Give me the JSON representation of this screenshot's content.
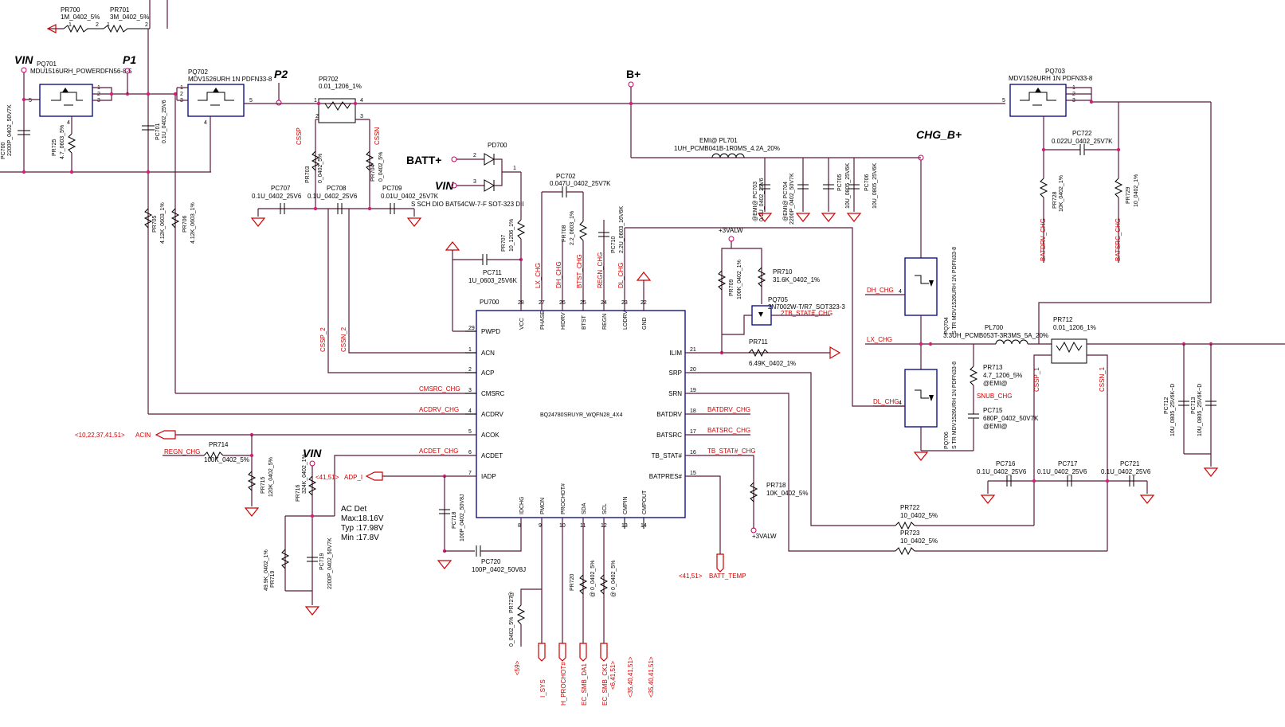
{
  "nets": {
    "vin_left": "VIN",
    "p1": "P1",
    "p2": "P2",
    "bplus": "B+",
    "chg_bplus": "CHG_B+",
    "batt_plus": "BATT+",
    "vin_diode": "VIN",
    "vin_iadp": "VIN"
  },
  "top_resistors": {
    "pr700_ref": "PR700",
    "pr700_val": "1M_0402_5%",
    "pr701_ref": "PR701",
    "pr701_val": "3M_0402_5%"
  },
  "mosfets": {
    "pq701_ref": "PQ701",
    "pq701_val": "MDU1516URH_POWERDFN56-8-5",
    "pq702_ref": "PQ702",
    "pq702_val": "MDV1526URH 1N PDFN33-8",
    "pq703_ref": "PQ703",
    "pq703_val": "MDV1526URH 1N PDFN33-8",
    "pq704_ref": "PQ704",
    "pq704_val": "S TR MDV1526URH 1N PDFN33-8",
    "pq706_ref": "PQ706",
    "pq706_val": "S TR MDV1526URH 1N PDFN33-8",
    "pq705_ref": "PQ705",
    "pq705_val": "2N7002W-T/R7_SOT323-3"
  },
  "passives": {
    "pc700": "PC700",
    "pc700_val": "2200P_0402_50V7K",
    "pr725": "PR725",
    "pr725_val": "4.7_0603_5%",
    "pc701": "PC701",
    "pc701_val": "0.1U_0402_25V6",
    "pr702": "PR702",
    "pr702_val": "0.01_1206_1%",
    "pr703": "PR703",
    "pr703_val": "0_0402_5%",
    "pr704": "PR704",
    "pr704_val": "0_0402_5%",
    "pc707": "PC707",
    "pc707_val": "0.1U_0402_25V6",
    "pc708": "PC708",
    "pc708_val": "0.1U_0402_25V6",
    "pc709": "PC709",
    "pc709_val": "0.01U_0402_25V7K",
    "pr705": "PR705",
    "pr705_val": "4.12K_0603_1%",
    "pr706": "PR706",
    "pr706_val": "4.12K_0603_1%",
    "pd700": "PD700",
    "pd700_val": "S SCH DIO BAT54CW-7-F SOT-323 DII",
    "pc702": "PC702",
    "pc702_val": "0.047U_0402_25V7K",
    "pr707": "PR707",
    "pr707_val": "10_1206_1%",
    "pr708": "PR708",
    "pr708_val": "2.2_0603_1%",
    "pc710": "PC710",
    "pc710_val": "2.2U_0603_16V6K",
    "pc711": "PC711",
    "pc711_val": "1U_0603_25V6K",
    "pl701": "EMI@ PL701",
    "pl701_val": "1UH_PCMB041B-1R0MS_4.2A_20%",
    "pc703": "@EMI@ PC703",
    "pc703_val": "0.1U_0402_25V6",
    "pc704": "@EMI@ PC704",
    "pc704_val": "2200P_0402_50V7K",
    "pc705": "PC705",
    "pc705_val": "10U_0805_25V6K",
    "pc706": "PC706",
    "pc706_val": "10U_0805_25V6K",
    "pc722": "PC722",
    "pc722_val": "0.022U_0402_25V7K",
    "pr728": "PR728",
    "pr728_val": "10K_0402_1%",
    "pr729": "PR729",
    "pr729_val": "10_0402_1%",
    "pr709": "PR709",
    "pr709_val": "100K_0402_1%",
    "pr710": "PR710",
    "pr710_val": "31.6K_0402_1%",
    "pr711": "PR711",
    "pr711_val": "6.49K_0402_1%",
    "pl700": "PL700",
    "pl700_val": "3.3UH_PCMB053T-3R3MS_5A_20%",
    "pr712": "PR712",
    "pr712_val": "0.01_1206_1%",
    "pr713": "PR713",
    "pr713_val": "4.7_1206_5%",
    "pr713_emi": "@EMI@",
    "pc715": "PC715",
    "pc715_val": "680P_0402_50V7K",
    "pc715_emi": "@EMI@",
    "pc712": "PC712",
    "pc712_val": "10U_0805_25V6K~D",
    "pc713": "PC713",
    "pc713_val": "10U_0805_25V6K~D",
    "pc716": "PC716",
    "pc716_val": "0.1U_0402_25V6",
    "pc717": "PC717",
    "pc717_val": "0.1U_0402_25V6",
    "pc721": "PC721",
    "pc721_val": "0.1U_0402_25V6",
    "pr718": "PR718",
    "pr718_val": "10K_0402_5%",
    "pr722": "PR722",
    "pr722_val": "10_0402_5%",
    "pr723": "PR723",
    "pr723_val": "10_0402_5%",
    "pr714": "PR714",
    "pr714_val": "100K_0402_5%",
    "pr715": "PR715",
    "pr715_val": "120K_0402_5%",
    "pr716": "PR716",
    "pr716_val": "324K_0402_1%",
    "pr719": "PR719",
    "pr719_val": "49.9K_0402_1%",
    "pc719": "PC719",
    "pc719_val": "2200P_0402_50V7K",
    "pc718": "PC718",
    "pc718_val": "100P_0402_50V8J",
    "pc720": "PC720",
    "pc720_val": "100P_0402_50V8J",
    "pr720": "PR720",
    "pr720_val": "@ 0_0402_5%",
    "pr721": "PR721",
    "pr721_val": "@ 0_0402_5%",
    "pr727": "PR727",
    "pr727_val": "0_0402_5%",
    "pr727_at": "@"
  },
  "ic": {
    "ref": "PU700",
    "part": "BQ24780SRUYR_WQFN28_4X4",
    "left_pins": [
      {
        "num": "29",
        "name": "PWPD"
      },
      {
        "num": "1",
        "name": "ACN"
      },
      {
        "num": "2",
        "name": "ACP"
      },
      {
        "num": "3",
        "name": "CMSRC"
      },
      {
        "num": "4",
        "name": "ACDRV"
      },
      {
        "num": "5",
        "name": "ACOK"
      },
      {
        "num": "6",
        "name": "ACDET"
      },
      {
        "num": "7",
        "name": "IADP"
      }
    ],
    "top_pins": [
      {
        "num": "28",
        "name": "VCC"
      },
      {
        "num": "27",
        "name": "PHASE"
      },
      {
        "num": "26",
        "name": "HIDRV"
      },
      {
        "num": "25",
        "name": "BTST"
      },
      {
        "num": "24",
        "name": "REGN"
      },
      {
        "num": "23",
        "name": "LODRV"
      },
      {
        "num": "22",
        "name": "GND"
      }
    ],
    "right_pins": [
      {
        "num": "21",
        "name": "ILIM"
      },
      {
        "num": "20",
        "name": "SRP"
      },
      {
        "num": "19",
        "name": "SRN"
      },
      {
        "num": "18",
        "name": "BATDRV"
      },
      {
        "num": "17",
        "name": "BATSRC"
      },
      {
        "num": "16",
        "name": "TB_STAT#"
      },
      {
        "num": "15",
        "name": "BATPRES#"
      }
    ],
    "bottom_pins": [
      {
        "num": "8",
        "name": "IDCHG"
      },
      {
        "num": "9",
        "name": "PMON"
      },
      {
        "num": "10",
        "name": "PROCHOT#"
      },
      {
        "num": "11",
        "name": "SDA"
      },
      {
        "num": "12",
        "name": "SCL"
      },
      {
        "num": "13",
        "name": "CMPIN"
      },
      {
        "num": "14",
        "name": "CMPOUT"
      }
    ]
  },
  "signals": {
    "cssp": "CSSP",
    "cssn": "CSSN",
    "cssp2": "CSSP_2",
    "cssn2": "CSSN_2",
    "lx_chg": "LX_CHG",
    "dh_chg": "DH_CHG",
    "btst_chg": "BTST_CHG",
    "regn_chg": "REGN_CHG",
    "dl_chg": "DL_CHG",
    "cmsrc_chg": "CMSRC_CHG",
    "acdrv_chg": "ACDRV_CHG",
    "acdet_chg": "ACDET_CHG",
    "batdrv_chg": "BATDRV_CHG",
    "batsrc_chg": "BATSRC_CHG",
    "tb_stat_chg": "TB_STAT#_CHG",
    "two_tb_stat": "2TB_STAT#_CHG",
    "batdrv_chg2": "BATDRV_CHG",
    "batsrc_chg2": "BATSRC_CHG",
    "dh_chg2": "DH_CHG",
    "lx_chg2": "LX_CHG",
    "dl_chg2": "DL_CHG",
    "snub_chg": "SNUB_CHG",
    "cssp_r": "CSSP_1",
    "cssn_r": "CSSN_1",
    "acin": "ACIN",
    "acin_ref": "<10,22,37,41,51>",
    "regn_chg2": "REGN_CHG",
    "adp_i": "ADP_I",
    "adp_ref": "<41,51>",
    "v3valw": "+3VALW",
    "v3valw2": "+3VALW",
    "batt_temp": "BATT_TEMP",
    "batt_temp_ref": "<41,51>",
    "i_sys": "I_SYS",
    "i_sys_ref": "<59>",
    "h_prochot": "H_PROCHOT#",
    "ec_smb_da1": "EC_SMB_DA1",
    "ec_smb_ck1": "EC_SMB_CK1",
    "ref_641": "<6,41,51>",
    "ref_3540a": "<35,40,41,51>",
    "ref_3540b": "<35,40,41,51>"
  },
  "notes": {
    "ac_det": "AC Det",
    "max": "Max:18.16V",
    "typ": "Typ :17.98V",
    "min": "Min :17.8V"
  }
}
